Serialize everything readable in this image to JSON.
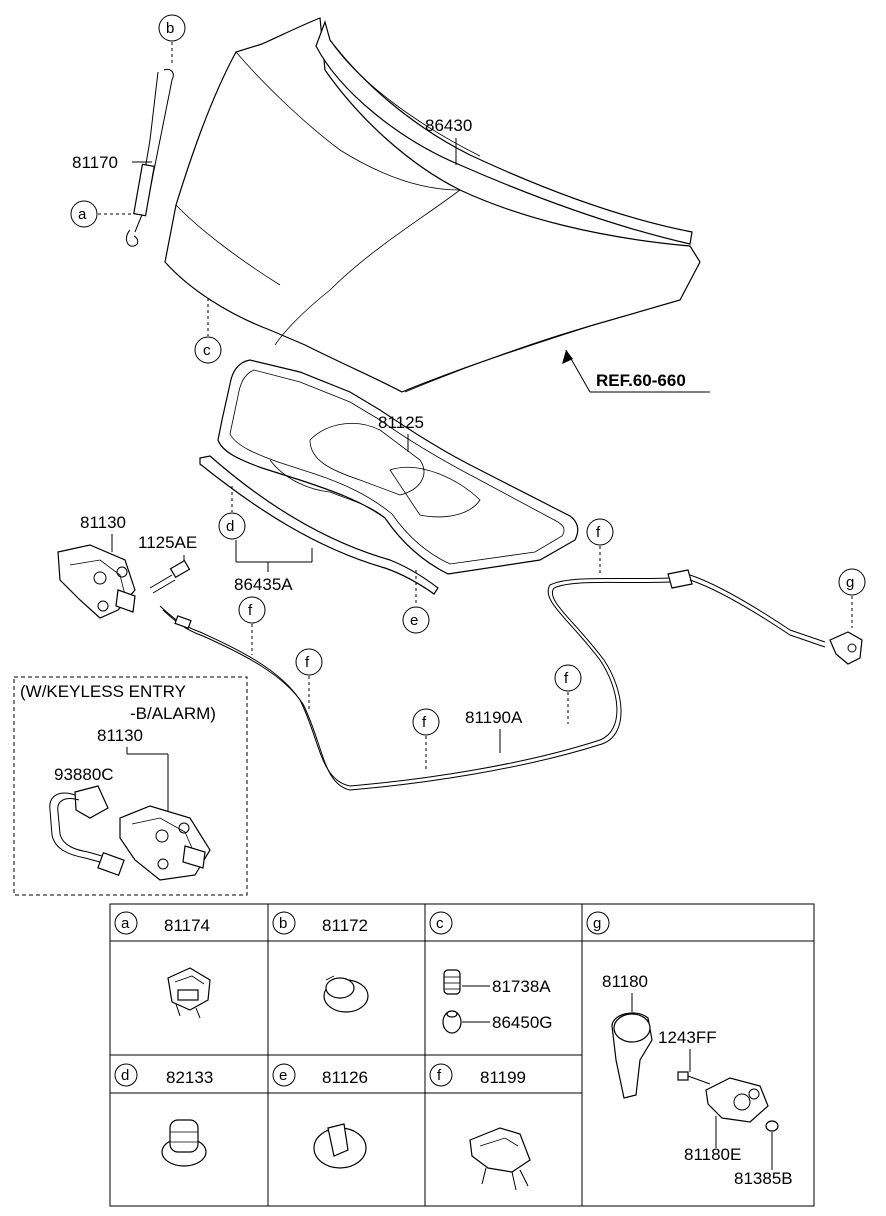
{
  "callouts": {
    "a": "a",
    "b": "b",
    "c": "c",
    "d": "d",
    "e": "e",
    "f": "f",
    "g": "g"
  },
  "parts": {
    "hood_panel": "86430",
    "hood_lift_rod": "81170",
    "hood_insulator": "81125",
    "ref_number": "REF.60-660",
    "latch_main": "81130",
    "bolt": "1125AE",
    "weatherstrip": "86435A",
    "release_cable": "81190A"
  },
  "keyless_box": {
    "title_line1": "(W/KEYLESS ENTRY",
    "title_line2": "-B/ALARM)",
    "latch": "81130",
    "switch": "93880C"
  },
  "table": {
    "cells": [
      {
        "key": "a",
        "number": "81174"
      },
      {
        "key": "b",
        "number": "81172"
      },
      {
        "key": "c",
        "number": ""
      },
      {
        "key": "g",
        "number": ""
      },
      {
        "key": "d",
        "number": "82133"
      },
      {
        "key": "e",
        "number": "81126"
      },
      {
        "key": "f",
        "number": "81199"
      }
    ],
    "c_parts": [
      "81738A",
      "86450G"
    ],
    "g_parts": [
      "81180",
      "1243FF",
      "81180E",
      "81385B"
    ]
  }
}
